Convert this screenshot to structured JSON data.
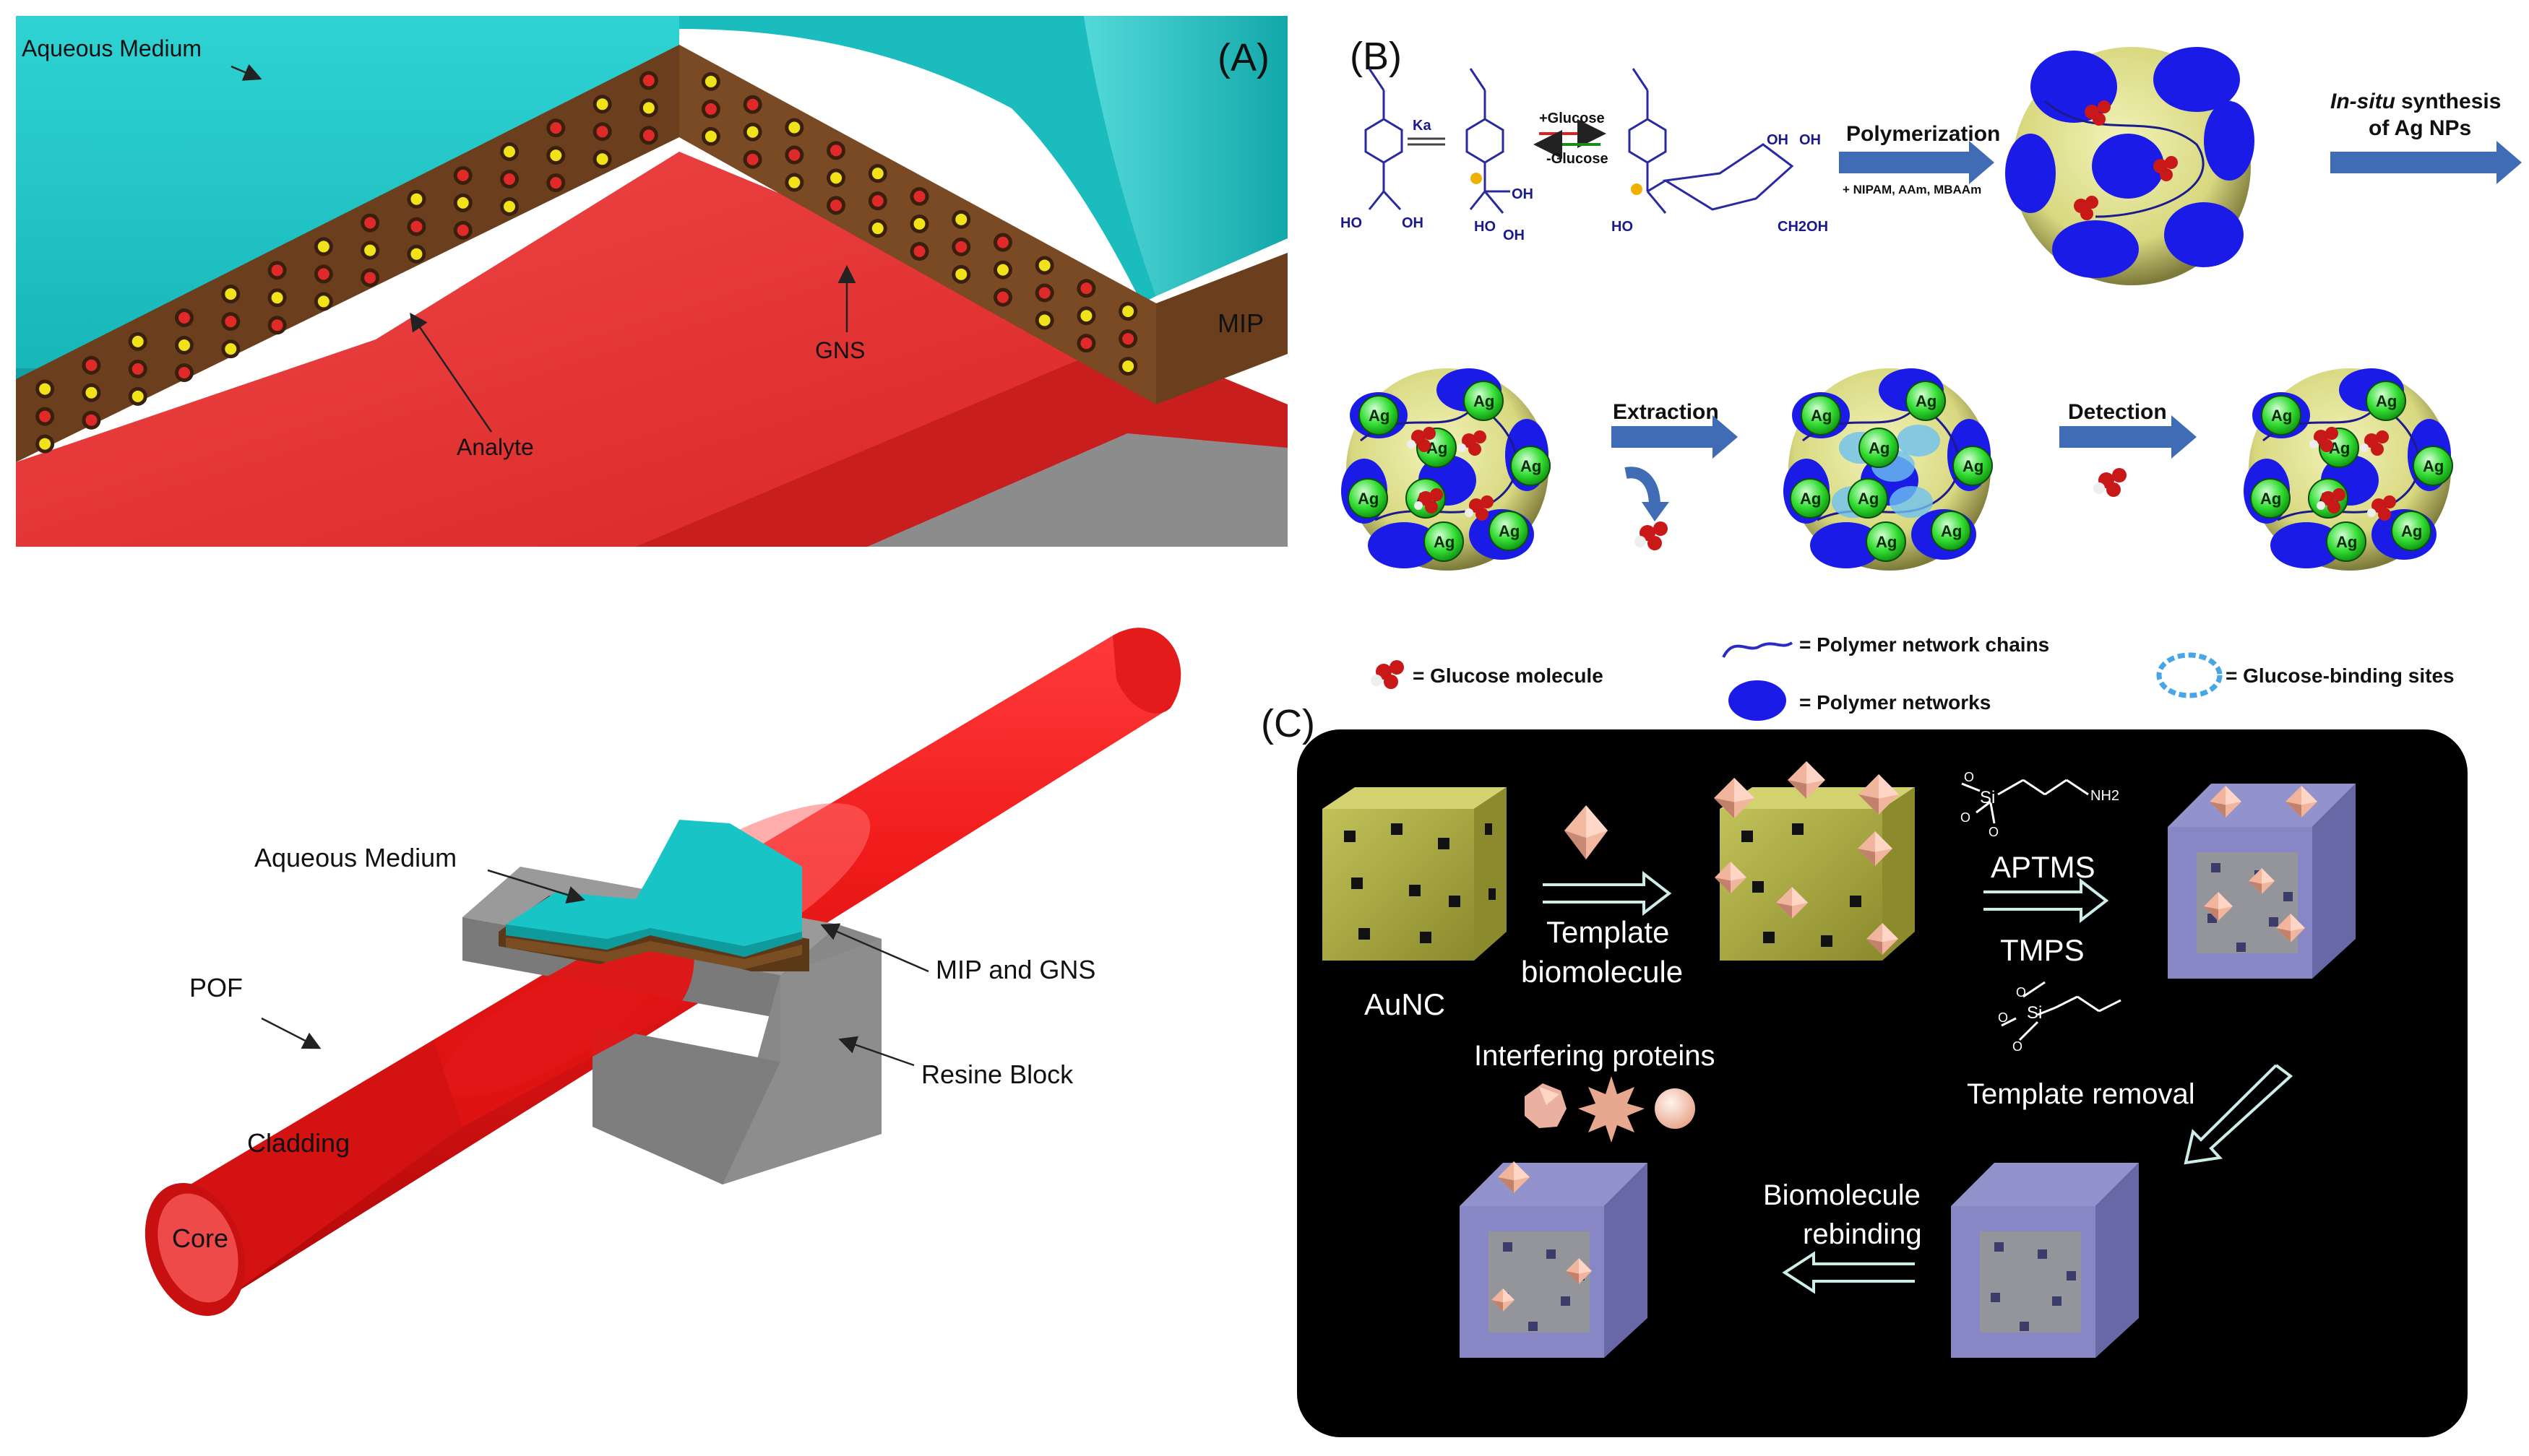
{
  "panelA": {
    "label": "(A)",
    "aqueous_medium": "Aqueous Medium",
    "mip": "MIP",
    "gns": "GNS",
    "analyte": "Analyte"
  },
  "panelA_fiber": {
    "aqueous_medium": "Aqueous Medium",
    "mip_and_gns": "MIP and GNS",
    "pof": "POF",
    "resine_block": "Resine Block",
    "cladding": "Cladding",
    "core": "Core"
  },
  "panelB": {
    "label": "(B)",
    "ka": "Ka",
    "plus_glucose": "+Glucose",
    "minus_glucose": "-Glucose",
    "oh": "OH",
    "ho": "HO",
    "ch2oh": "CH2OH",
    "polymerization": "Polymerization",
    "monomers": "+ NIPAM, AAm, MBAAm",
    "insitu_italic": "In-situ",
    "insitu_rest": "synthesis",
    "of_ag_nps": "of Ag NPs",
    "extraction": "Extraction",
    "detection": "Detection",
    "ag": "Ag",
    "legend": {
      "glucose": "= Glucose molecule",
      "chains": "= Polymer network chains",
      "networks": "= Polymer networks",
      "binding": "= Glucose-binding sites"
    }
  },
  "panelC": {
    "label": "(C)",
    "aunc": "AuNC",
    "template_line1": "Template",
    "template_line2": "biomolecule",
    "aptms": "APTMS",
    "tmps": "TMPS",
    "nh2": "NH2",
    "si": "Si",
    "o": "O",
    "interfering": "Interfering proteins",
    "template_removal": "Template removal",
    "rebinding_line1": "Biomolecule",
    "rebinding_line2": "rebinding"
  },
  "colors": {
    "aqueous": "#1cc4c4",
    "red": "#e83838",
    "mip_brown": "#6b3f1e",
    "gray": "#8a8a8a",
    "arrow_blue": "#3f6cb5",
    "black_panel": "#000000"
  }
}
